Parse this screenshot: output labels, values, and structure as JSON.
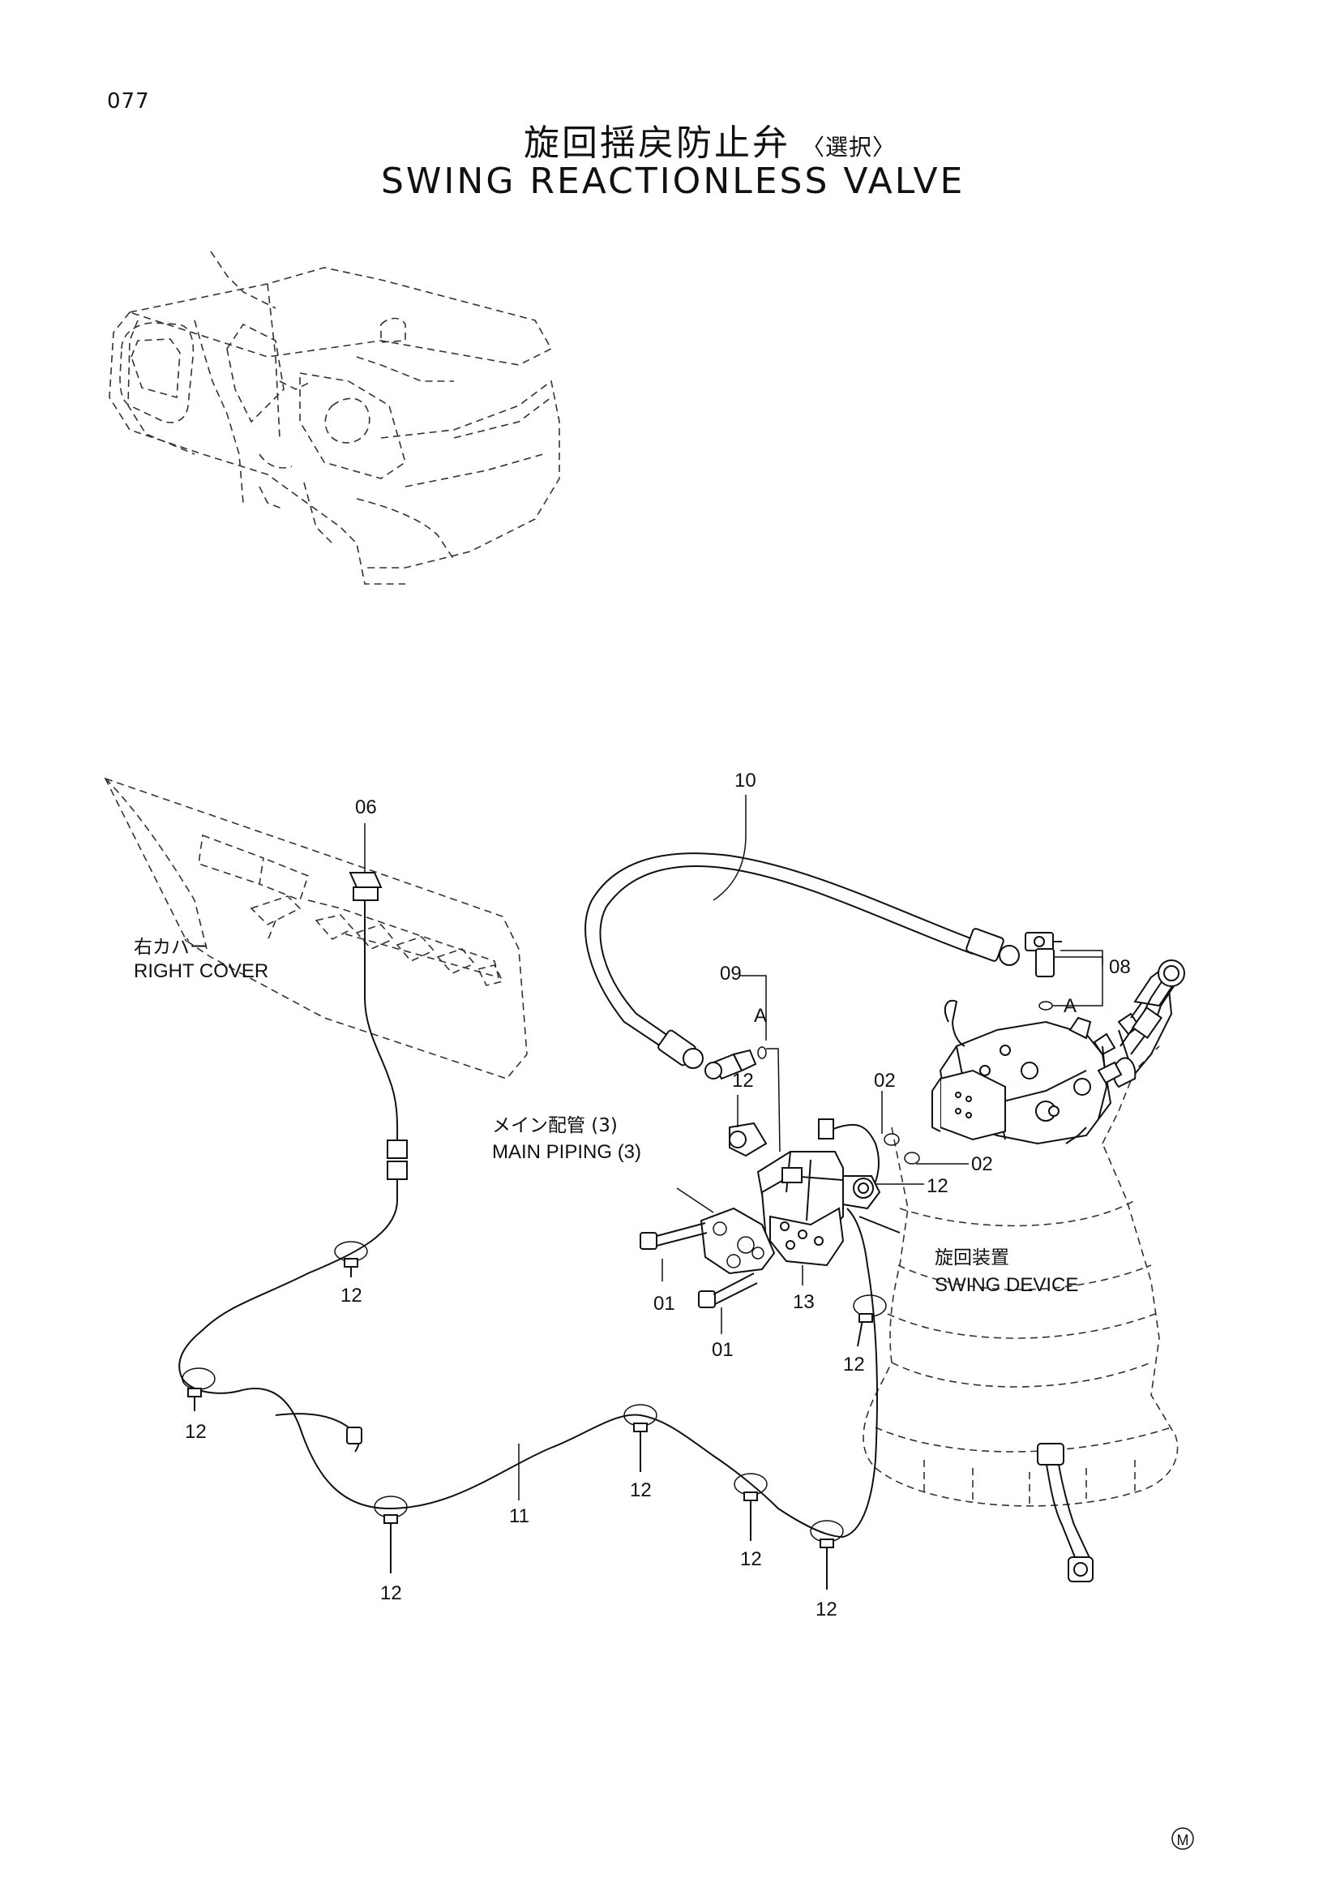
{
  "page_number": "077",
  "title_jp": "旋回揺戻防止弁",
  "title_jp_sub": "〈選択〉",
  "title_en": "SWING REACTIONLESS VALVE",
  "callouts": {
    "c06": "06",
    "c10": "10",
    "c08": "08",
    "c09": "09",
    "cA1": "A",
    "cA2": "A",
    "c12_valve": "12",
    "c02_top": "02",
    "c02_bot": "02",
    "c12_right": "12",
    "c01_left": "01",
    "c01_bot": "01",
    "c13": "13",
    "c12_a": "12",
    "c12_b": "12",
    "c12_c": "12",
    "c11": "11",
    "c12_d": "12",
    "c12_e": "12",
    "c12_f": "12",
    "c12_g": "12"
  },
  "labels": {
    "right_cover_jp": "右カバー",
    "right_cover_en": "RIGHT COVER",
    "main_piping_jp": "メイン配管 (3)",
    "main_piping_en": "MAIN PIPING (3)",
    "swing_device_jp": "旋回装置",
    "swing_device_en": "SWING DEVICE"
  },
  "corner_mark": "M"
}
